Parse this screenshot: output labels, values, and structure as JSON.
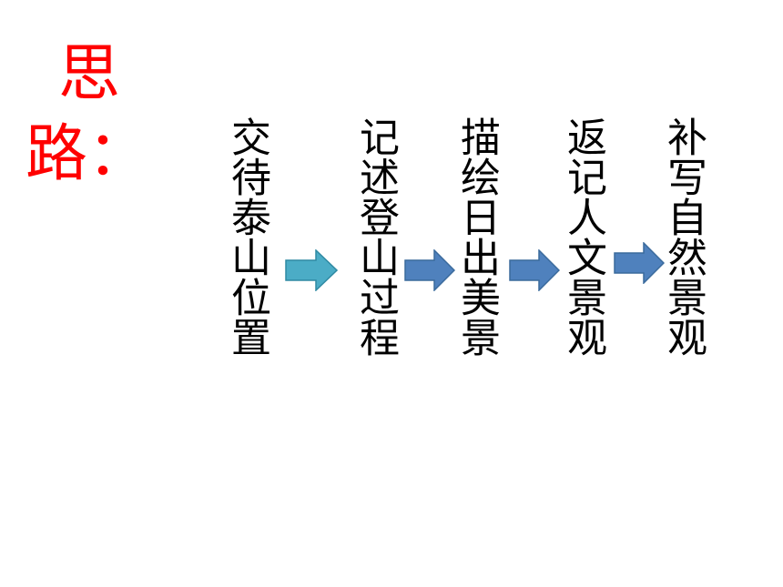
{
  "title": {
    "line1": "思",
    "line2": "路："
  },
  "steps": [
    {
      "text": "交待泰山位置"
    },
    {
      "text": "记述登山过程"
    },
    {
      "text": "描绘日出美景"
    },
    {
      "text": "返记人文景观"
    },
    {
      "text": "补写自然景观"
    }
  ],
  "colors": {
    "title": "#ff0000",
    "arrow_first": "#4bacc6",
    "arrow": "#4f81bd",
    "arrow_stroke": "#3a6a9c"
  }
}
